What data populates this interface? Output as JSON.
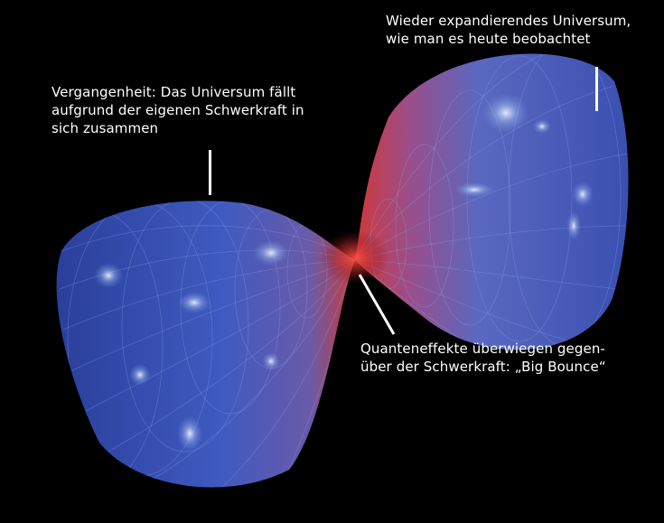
{
  "figure": {
    "background_color": "#000000",
    "universe_color": "#3a55b8",
    "bounce_color": "#c83030",
    "text_color": "#ffffff"
  },
  "annotations": {
    "past": {
      "lines": [
        "Vergangenheit: Das Universum fällt",
        "aufgrund der eigenen Schwerkraft in",
        "sich zusammen"
      ]
    },
    "present": {
      "lines": [
        "Wieder expandierendes Universum,",
        "wie man es heute beobachtet"
      ]
    },
    "bounce": {
      "lines": [
        "Quanteneffekte überwiegen gegen-",
        "über der Schwerkraft: „Big Bounce“"
      ]
    }
  }
}
